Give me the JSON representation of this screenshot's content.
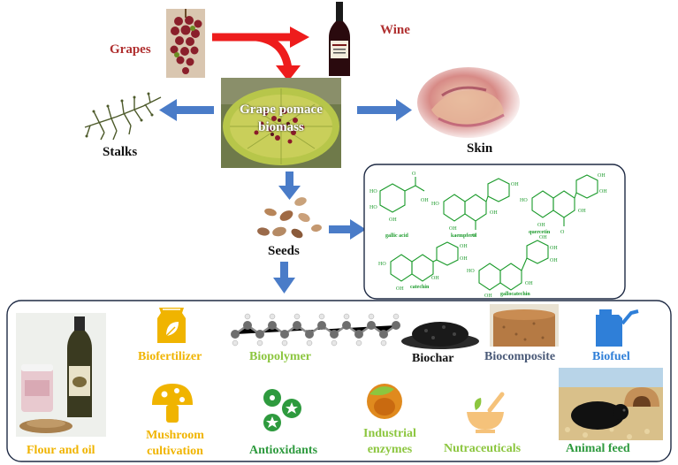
{
  "flow": {
    "grapes": "Grapes",
    "wine": "Wine",
    "pomace": "Grape pomace biomass",
    "stalks": "Stalks",
    "skin": "Skin",
    "seeds": "Seeds"
  },
  "compounds": [
    "gallic acid",
    "kaempferol",
    "quercetin",
    "catechin",
    "gallocatechin"
  ],
  "products": {
    "flour_oil": "Flour and oil",
    "biofertilizer": "Biofertilizer",
    "biopolymer": "Biopolymer",
    "biochar": "Biochar",
    "biocomposite": "Biocomposite",
    "biofuel": "Biofuel",
    "mushroom_line1": "Mushroom",
    "mushroom_line2": "cultivation",
    "antioxidants": "Antioxidants",
    "industrial_line1": "Industrial",
    "industrial_line2": "enzymes",
    "nutraceuticals": "Nutraceuticals",
    "animal_feed": "Animal feed"
  },
  "colors": {
    "red_label": "#b03030",
    "arrow_red": "#ee1c1c",
    "arrow_blue": "#4a7cc8",
    "chem_green": "#1a9a2a",
    "yellow": "#f0b400",
    "lime": "#8cc63f",
    "slate": "#4a5a78",
    "blue": "#2f7fd8",
    "green": "#2e9a3e"
  }
}
